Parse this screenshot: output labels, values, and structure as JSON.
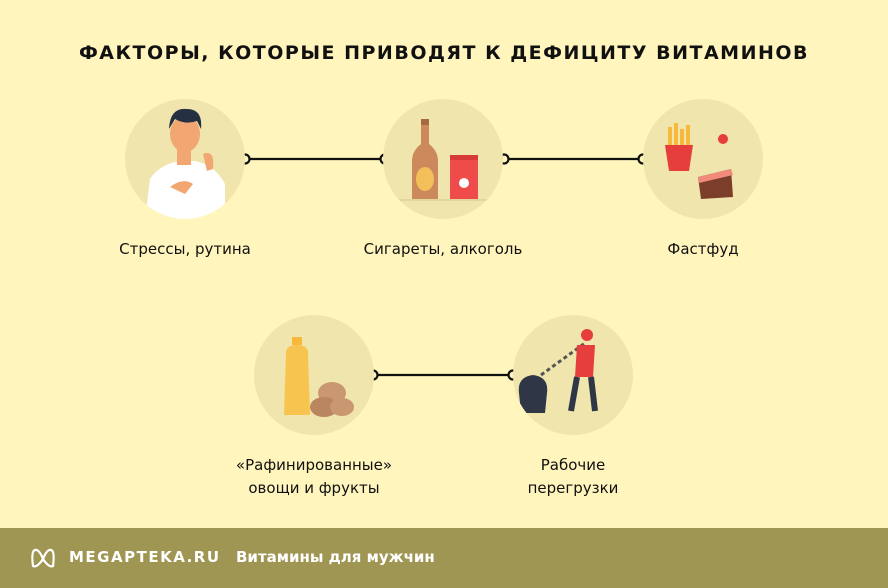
{
  "title": "ФАКТОРЫ, КОТОРЫЕ ПРИВОДЯТ К ДЕФИЦИТУ ВИТАМИНОВ",
  "factors": [
    {
      "label": "Стрессы, рутина",
      "icon": "stressed-man-icon"
    },
    {
      "label": "Сигареты, алкоголь",
      "icon": "bottle-cigarettes-icon"
    },
    {
      "label": "Фастфуд",
      "icon": "fastfood-icon"
    },
    {
      "label_line1": "«Рафинированные»",
      "label_line2": "овощи и фрукты",
      "icon": "oil-potatoes-icon"
    },
    {
      "label_line1": "Рабочие",
      "label_line2": "перегрузки",
      "icon": "chained-worker-icon"
    }
  ],
  "footer": {
    "brand": "MEGAPTEKA.RU",
    "subtitle": "Витамины для мужчин"
  },
  "colors": {
    "background": "#fff5bd",
    "circle": "#efe5ad",
    "footer": "#a09654"
  }
}
